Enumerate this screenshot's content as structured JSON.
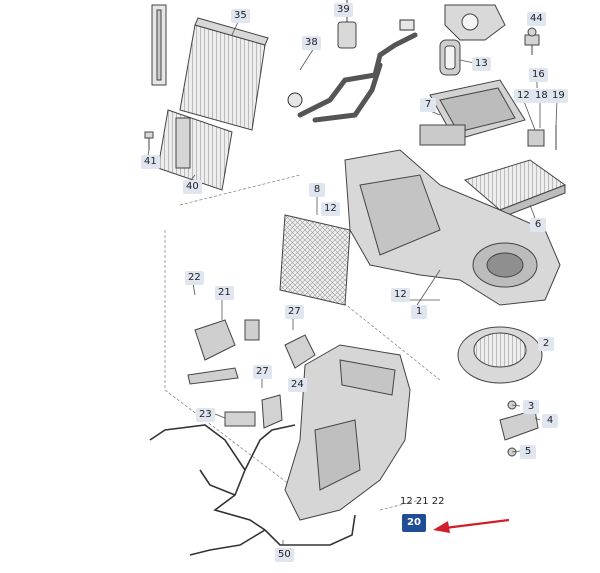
{
  "diagram": {
    "callouts": {
      "c35": "35",
      "c39": "39",
      "c44": "44",
      "c38": "38",
      "c13": "13",
      "c16": "16",
      "c12a": "12",
      "c18": "18",
      "c19": "19",
      "c7": "7",
      "c41": "41",
      "c40": "40",
      "c8": "8",
      "c12b": "12",
      "c6": "6",
      "c22": "22",
      "c21": "21",
      "c27a": "27",
      "c12c": "12",
      "c1": "1",
      "c2": "2",
      "c24": "24",
      "c27b": "27",
      "c23": "23",
      "c3": "3",
      "c4": "4",
      "c5": "5",
      "c20": "20",
      "c50": "50"
    },
    "group_label": "12 21 22",
    "selected_part": "20",
    "colors": {
      "label_bg": "#dfe6f0",
      "selected_bg": "#1f4e96",
      "arrow": "#d11f2a",
      "outline": "#4a4a4a"
    }
  }
}
